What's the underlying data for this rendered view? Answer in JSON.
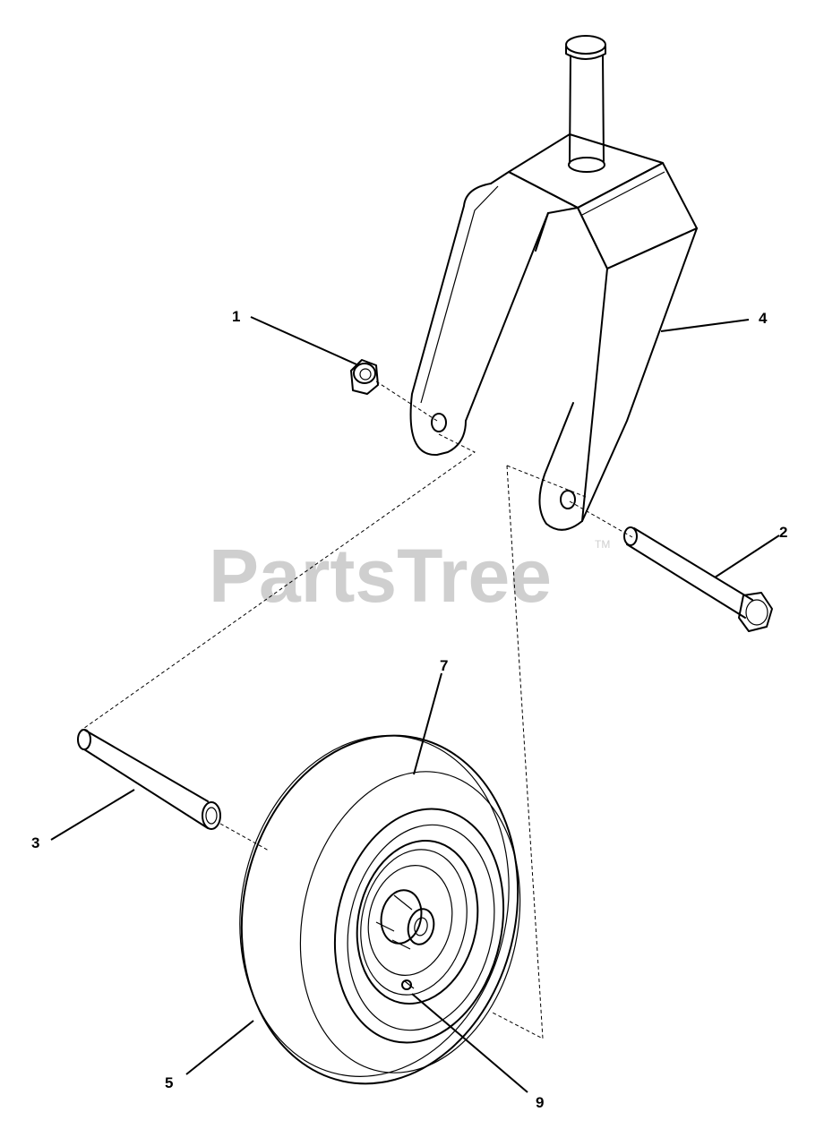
{
  "watermark": {
    "text": "PartsTree",
    "trademark": "TM",
    "color": "#cfcfcf"
  },
  "callouts": {
    "c1": "1",
    "c2": "2",
    "c3": "3",
    "c4": "4",
    "c5": "5",
    "c7": "7",
    "c9": "9"
  }
}
